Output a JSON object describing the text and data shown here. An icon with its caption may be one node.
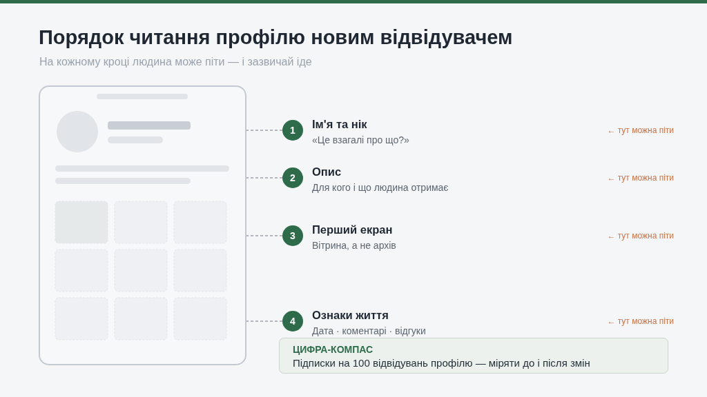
{
  "diagram": {
    "title": "Порядок читання профілю новим відвідувачем",
    "nodes": [
      {
        "text": [],
        "shape": "picture"
      },
      {
        "text": [
          "1"
        ],
        "beside": [
          "Ім'я та нік",
          "«Це взагалі про що?»"
        ]
      },
      {
        "text": [
          "2"
        ],
        "beside": [
          "Опис",
          "Для кого і що людина отримає"
        ]
      },
      {
        "text": [
          "3"
        ],
        "beside": [
          "Перший екран",
          "Вітрина, а не архів"
        ]
      },
      {
        "text": [
          "4"
        ],
        "beside": [
          "Ознаки життя"
        ]
      },
      {
        "text": [
          "ЦИФРА-КОМПАС",
          "Підписки на 100 відвідувань профілю — міряти до і після змін"
        ]
      }
    ],
    "edges": [
      {
        "from": 1,
        "to": 0,
        "arrow": "none",
        "style": "dashed"
      },
      {
        "from": 2,
        "to": 0,
        "arrow": "none",
        "style": "dashed"
      },
      {
        "from": 3,
        "to": 0,
        "arrow": "none",
        "style": "dashed"
      },
      {
        "from": 4,
        "to": 0,
        "arrow": "none",
        "style": "dashed"
      }
    ],
    "labels": [
      "На кожному кроці людина може піти — і зазвичай іде",
      "← тут можна піти",
      "← тут можна піти",
      "← тут можна піти",
      "← тут можна піти",
      "Дата · коментарі · відгуки"
    ]
  }
}
